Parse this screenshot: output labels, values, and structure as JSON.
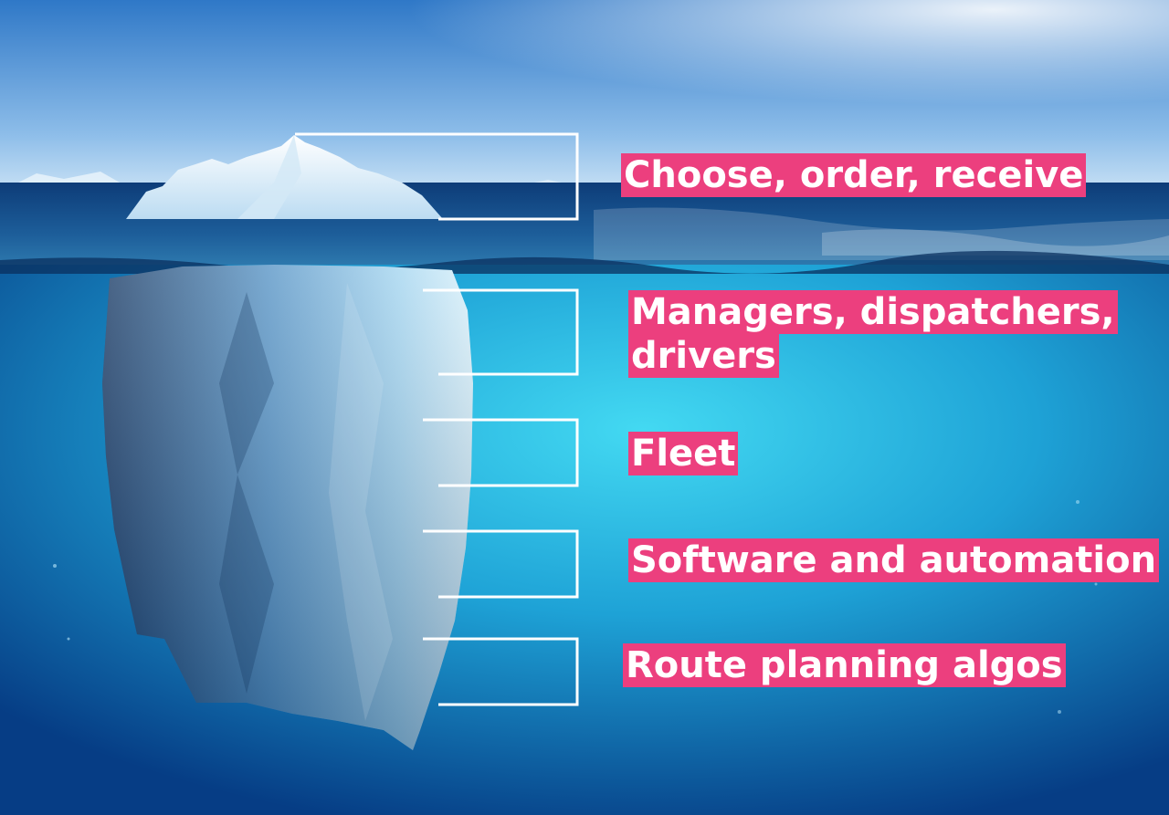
{
  "labels": {
    "l1": "Choose, order, receive",
    "l2a": "Managers, dispatchers,",
    "l2b": "drivers",
    "l3": "Fleet",
    "l4": "Software and automation",
    "l5": "Route planning algos"
  },
  "colors": {
    "label_background": "#ec3f7e",
    "label_text": "#ffffff",
    "bracket": "#ffffff"
  }
}
